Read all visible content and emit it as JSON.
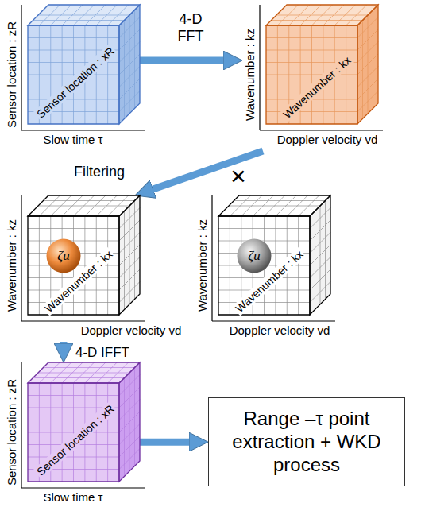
{
  "diagram": {
    "nodes": [
      {
        "text": [
          "Sensor location : zR",
          "Sensor location : xR",
          "Slow time τ"
        ]
      },
      {
        "text": [
          "Wavenumber : kz",
          "Wavenumber : kx",
          "Doppler velocity vd"
        ]
      },
      {
        "text": [
          "Wavenumber : kz",
          "Wavenumber : kx",
          "Doppler velocity vd"
        ]
      },
      {
        "text": [
          "ζu"
        ],
        "in": 2
      },
      {
        "text": [
          "Wavenumber : kz",
          "Wavenumber : kx",
          "Doppler velocity vd"
        ]
      },
      {
        "text": [
          "ζu"
        ],
        "in": 4
      },
      {
        "text": [
          "Sensor location : zR",
          "Sensor location : xR",
          "Slow time τ"
        ]
      },
      {
        "text": [
          "Range –τ point extraction + WKD process"
        ]
      }
    ],
    "edges": [
      {
        "from": 0,
        "to": 1,
        "label": "4-D FFT",
        "arrow": "to"
      },
      {
        "from": 1,
        "to": 2,
        "label": "Filtering",
        "arrow": "to"
      },
      {
        "from": 2,
        "to": 6,
        "label": "4-D IFFT",
        "arrow": "to"
      },
      {
        "from": 6,
        "to": 7,
        "arrow": "to"
      }
    ],
    "labels": [
      "×"
    ]
  }
}
